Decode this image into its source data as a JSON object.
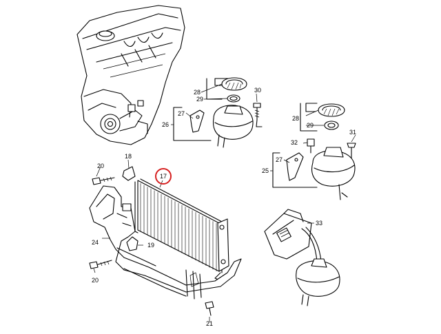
{
  "callouts": {
    "p17": "17",
    "p18": "18",
    "p19": "19",
    "p20a": "20",
    "p20b": "20",
    "p21": "21",
    "p24": "24",
    "p25": "25",
    "p26": "26",
    "p27a": "27",
    "p27b": "27",
    "p28a": "28",
    "p28b": "28",
    "p29a": "29",
    "p29b": "29",
    "p30": "30",
    "p31": "31",
    "p32": "32",
    "p33": "33"
  },
  "highlight_color": "#d62020"
}
